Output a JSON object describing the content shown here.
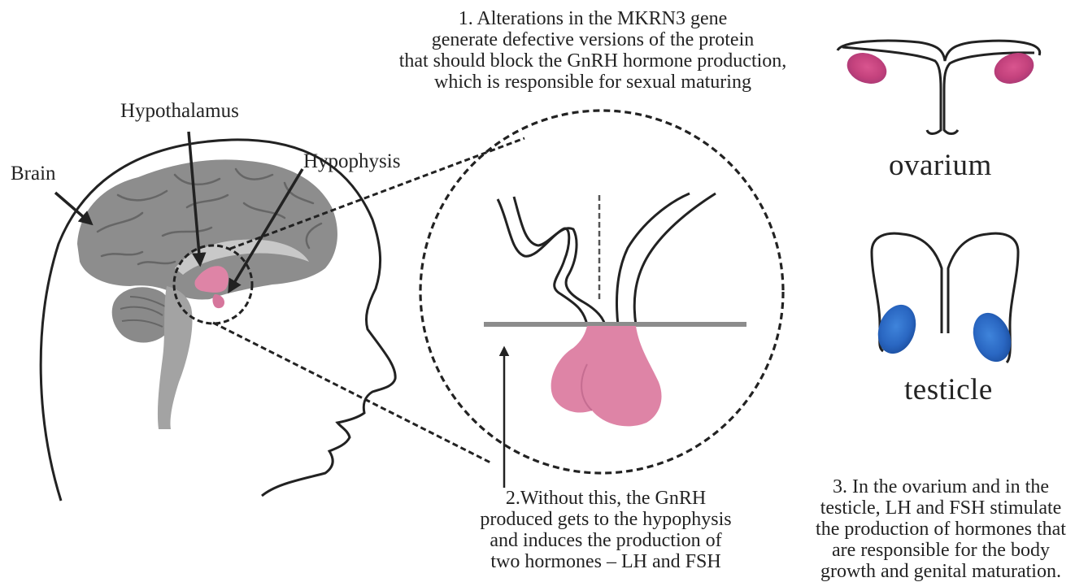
{
  "labels": {
    "brain": "Brain",
    "hypothalamus": "Hypothalamus",
    "hypophysis": "Hypophysis",
    "ovarium": "ovarium",
    "testicle": "testicle"
  },
  "step1": {
    "lines": [
      "1. Alterations in the MKRN3 gene",
      "generate defective versions of the protein",
      "that should block the GnRH hormone production,",
      "which is responsible for sexual maturing"
    ]
  },
  "step2": {
    "lines": [
      "2.Without this, the GnRH",
      "produced gets to the hypophysis",
      "and induces the production of",
      "two hormones – LH and FSH"
    ]
  },
  "step3": {
    "lines": [
      "3. In the ovarium and in the",
      "testicle, LH and FSH stimulate",
      "the production of hormones that",
      "are responsible for the body",
      "growth and genital maturation."
    ]
  },
  "colors": {
    "outline": "#222222",
    "brain_gray": "#8f8f8f",
    "brain_light": "#b9b9b9",
    "pituitary_pink": "#de84a6",
    "ovary_magenta": "#c8457f",
    "testis_blue": "#2a67c2"
  }
}
